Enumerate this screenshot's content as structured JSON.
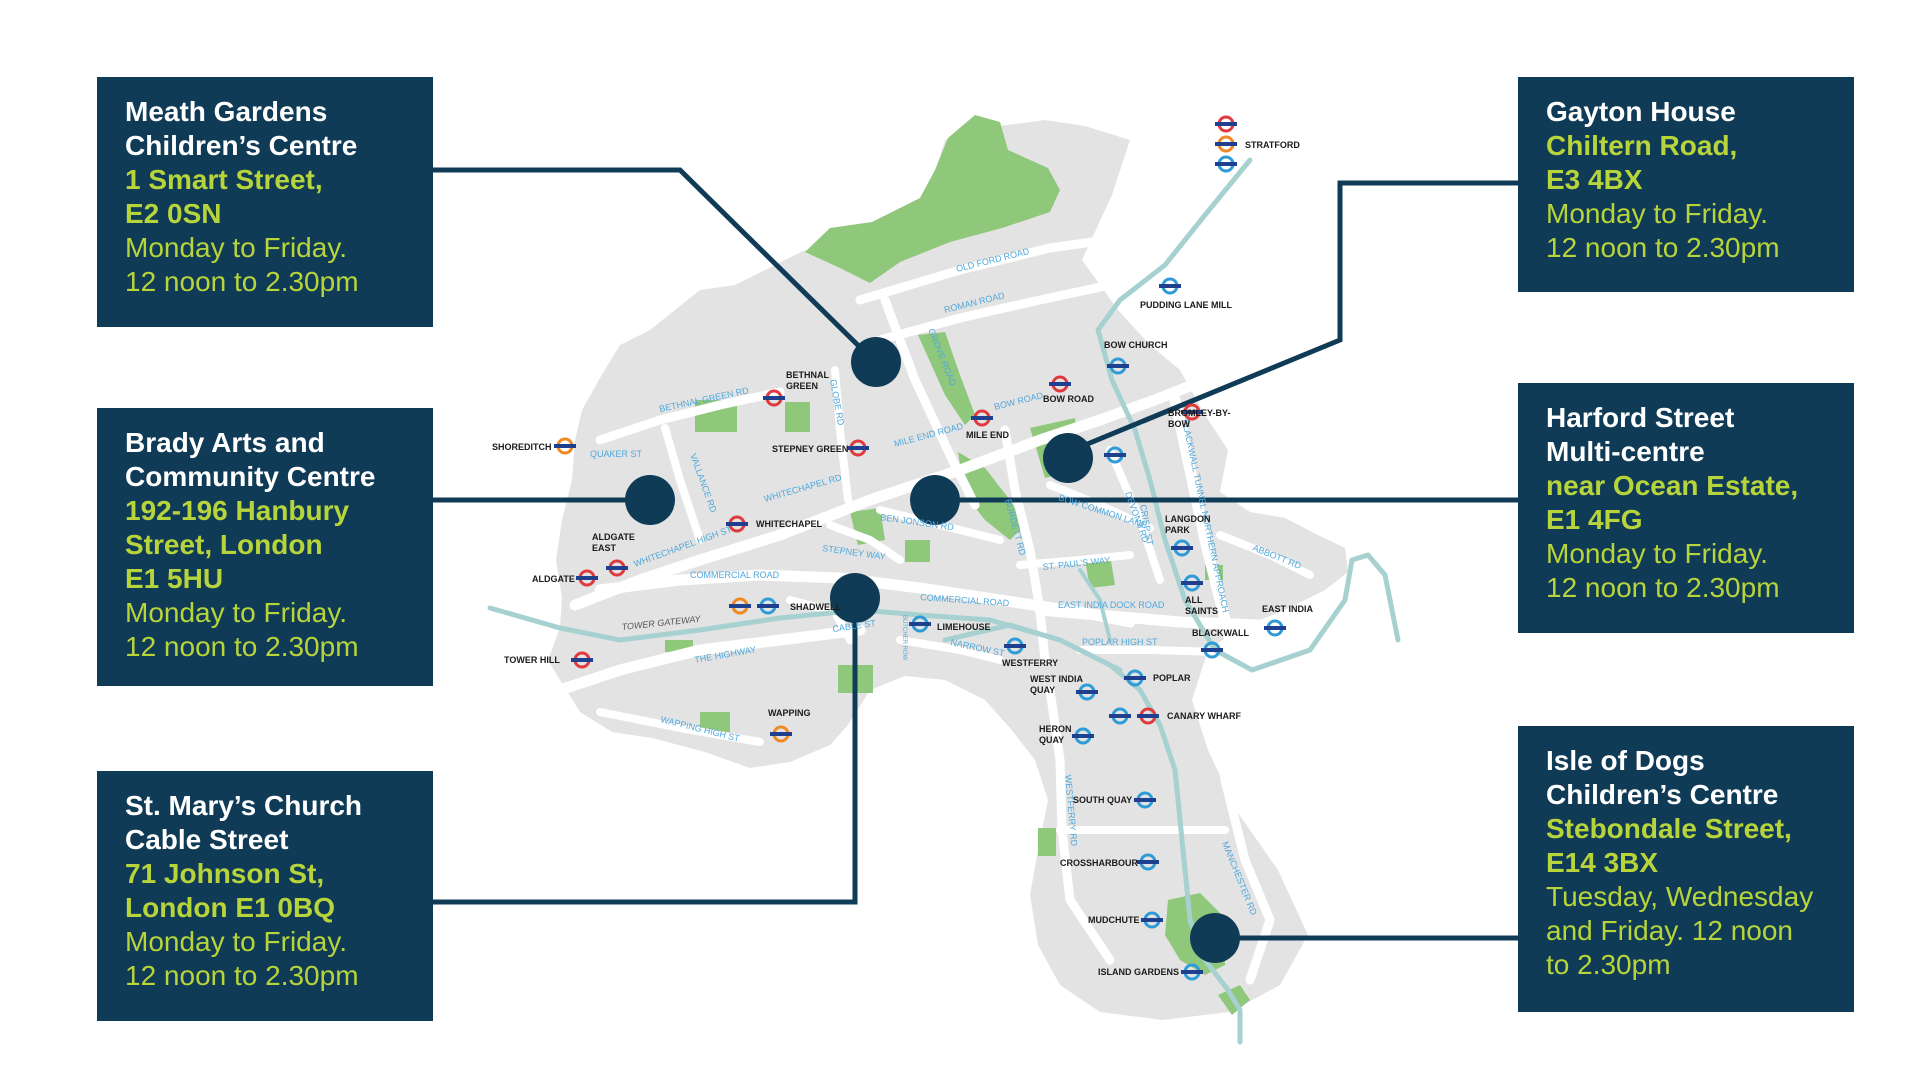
{
  "colors": {
    "card_bg": "#0f3b56",
    "card_name": "#ffffff",
    "card_highlight": "#b8d43b",
    "land": "#e3e3e3",
    "park": "#8fc77b",
    "river": "#a6d1d0",
    "underground": "#e03a3e",
    "overground": "#ef8a22",
    "dlr": "#2f9bd6",
    "road_label": "#4fa8dc"
  },
  "icons": {
    "underground": "tube-roundel-icon",
    "overground": "overground-roundel-icon",
    "dlr": "dlr-roundel-icon",
    "centre": "centre-marker-icon"
  },
  "cards": [
    {
      "id": "meath-gardens",
      "name": [
        "Meath Gardens",
        "Children’s Centre"
      ],
      "address": [
        "1 Smart Street,",
        "E2 0SN"
      ],
      "hours": [
        "Monday to Friday.",
        "12 noon to 2.30pm"
      ]
    },
    {
      "id": "brady-arts",
      "name": [
        "Brady Arts and",
        "Community Centre"
      ],
      "address": [
        "192-196 Hanbury",
        "Street, London",
        "E1 5HU"
      ],
      "hours": [
        "Monday to Friday.",
        "12 noon to 2.30pm"
      ]
    },
    {
      "id": "st-marys",
      "name": [
        "St. Mary’s Church",
        "Cable Street"
      ],
      "address": [
        "71 Johnson St,",
        "London E1 0BQ"
      ],
      "hours": [
        "Monday to Friday.",
        "12 noon to 2.30pm"
      ]
    },
    {
      "id": "gayton-house",
      "name": [
        "Gayton House"
      ],
      "address": [
        "Chiltern Road,",
        "E3 4BX"
      ],
      "hours": [
        "Monday to Friday.",
        "12 noon to 2.30pm"
      ]
    },
    {
      "id": "harford-street",
      "name": [
        "Harford Street",
        "Multi-centre"
      ],
      "address": [
        "near Ocean Estate,",
        "E1 4FG"
      ],
      "hours": [
        "Monday to Friday.",
        "12 noon to 2.30pm"
      ]
    },
    {
      "id": "isle-of-dogs",
      "name": [
        "Isle of Dogs",
        "Children’s Centre"
      ],
      "address": [
        "Stebondale Street,",
        "E14 3BX"
      ],
      "hours": [
        "Tuesday, Wednesday",
        "and Friday. 12 noon",
        "to 2.30pm"
      ]
    }
  ],
  "stations": [
    {
      "id": "stratford",
      "label": [
        "STRATFORD"
      ],
      "icons": [
        "underground",
        "overground",
        "dlr"
      ]
    },
    {
      "id": "pudding-lane-mill",
      "label": [
        "PUDDING LANE MILL"
      ],
      "icons": [
        "dlr"
      ]
    },
    {
      "id": "bow-church",
      "label": [
        "BOW CHURCH"
      ],
      "icons": [
        "dlr"
      ]
    },
    {
      "id": "bow-road",
      "label": [
        "BOW ROAD"
      ],
      "icons": [
        "underground"
      ]
    },
    {
      "id": "bromley-by-bow",
      "label": [
        "BROMLEY-BY-",
        "BOW"
      ],
      "icons": [
        "underground"
      ]
    },
    {
      "id": "mile-end",
      "label": [
        "MILE END"
      ],
      "icons": [
        "underground"
      ]
    },
    {
      "id": "bethnal-green",
      "label": [
        "BETHNAL",
        "GREEN"
      ],
      "icons": [
        "underground"
      ]
    },
    {
      "id": "stepney-green",
      "label": [
        "STEPNEY GREEN"
      ],
      "icons": [
        "underground"
      ]
    },
    {
      "id": "shoreditch",
      "label": [
        "SHOREDITCH"
      ],
      "icons": [
        "overground"
      ]
    },
    {
      "id": "whitechapel",
      "label": [
        "WHITECHAPEL"
      ],
      "icons": [
        "underground"
      ]
    },
    {
      "id": "aldgate-east",
      "label": [
        "ALDGATE",
        "EAST"
      ],
      "icons": [
        "underground"
      ]
    },
    {
      "id": "aldgate",
      "label": [
        "ALDGATE"
      ],
      "icons": [
        "underground"
      ]
    },
    {
      "id": "shadwell",
      "label": [
        "SHADWELL"
      ],
      "icons": [
        "overground",
        "dlr"
      ]
    },
    {
      "id": "tower-hill",
      "label": [
        "TOWER HILL"
      ],
      "icons": [
        "underground"
      ]
    },
    {
      "id": "wapping",
      "label": [
        "WAPPING"
      ],
      "icons": [
        "overground"
      ]
    },
    {
      "id": "limehouse",
      "label": [
        "LIMEHOUSE"
      ],
      "icons": [
        "dlr"
      ]
    },
    {
      "id": "westferry",
      "label": [
        "WESTFERRY"
      ],
      "icons": [
        "dlr"
      ]
    },
    {
      "id": "devons-road",
      "label": [],
      "icons": [
        "dlr"
      ]
    },
    {
      "id": "langdon-park",
      "label": [
        "LANGDON",
        "PARK"
      ],
      "icons": [
        "dlr"
      ]
    },
    {
      "id": "all-saints",
      "label": [
        "ALL",
        "SAINTS"
      ],
      "icons": [
        "dlr"
      ]
    },
    {
      "id": "blackwall",
      "label": [
        "BLACKWALL"
      ],
      "icons": [
        "dlr"
      ]
    },
    {
      "id": "east-india",
      "label": [
        "EAST INDIA"
      ],
      "icons": [
        "dlr"
      ]
    },
    {
      "id": "poplar",
      "label": [
        "POPLAR"
      ],
      "icons": [
        "dlr"
      ]
    },
    {
      "id": "west-india-quay",
      "label": [
        "WEST INDIA",
        "QUAY"
      ],
      "icons": [
        "dlr"
      ]
    },
    {
      "id": "canary-wharf",
      "label": [
        "CANARY WHARF"
      ],
      "icons": [
        "dlr",
        "underground"
      ]
    },
    {
      "id": "heron-quay",
      "label": [
        "HERON",
        "QUAY"
      ],
      "icons": [
        "dlr"
      ]
    },
    {
      "id": "south-quay",
      "label": [
        "SOUTH QUAY"
      ],
      "icons": [
        "dlr"
      ]
    },
    {
      "id": "crossharbour",
      "label": [
        "CROSSHARBOUR"
      ],
      "icons": [
        "dlr"
      ]
    },
    {
      "id": "mudchute",
      "label": [
        "MUDCHUTE"
      ],
      "icons": [
        "dlr"
      ]
    },
    {
      "id": "island-gardens",
      "label": [
        "ISLAND GARDENS"
      ],
      "icons": [
        "dlr"
      ]
    }
  ],
  "roads": [
    {
      "id": "old-ford-road",
      "label": "OLD FORD ROAD"
    },
    {
      "id": "roman-road",
      "label": "ROMAN ROAD"
    },
    {
      "id": "grove-road",
      "label": "GROVE ROAD"
    },
    {
      "id": "bethnal-green-rd",
      "label": "BETHNAL GREEN RD"
    },
    {
      "id": "globe-rd",
      "label": "GLOBE RD"
    },
    {
      "id": "quaker-st",
      "label": "QUAKER ST"
    },
    {
      "id": "vallance-rd",
      "label": "VALLANCE RD"
    },
    {
      "id": "bow-road",
      "label": "BOW ROAD"
    },
    {
      "id": "mile-end-road",
      "label": "MILE END ROAD"
    },
    {
      "id": "whitechapel-rd",
      "label": "WHITECHAPEL RD"
    },
    {
      "id": "whitechapel-high-st",
      "label": "WHITECHAPEL HIGH ST"
    },
    {
      "id": "stepney-way",
      "label": "STEPNEY WAY"
    },
    {
      "id": "ben-jonson-rd",
      "label": "BEN JONSON RD"
    },
    {
      "id": "burdett-rd",
      "label": "BURDETT RD"
    },
    {
      "id": "devons-rd",
      "label": "DEVONS RD"
    },
    {
      "id": "bow-common-lane",
      "label": "BOW COMMON LANE"
    },
    {
      "id": "st-pauls-way",
      "label": "ST. PAUL’S WAY"
    },
    {
      "id": "blackwall-tunnel-approach",
      "label": "BLACKWALL TUNNEL NORTHERN APPROACH"
    },
    {
      "id": "abbott-rd",
      "label": "ABBOTT RD"
    },
    {
      "id": "crisp-st",
      "label": "CRISP ST"
    },
    {
      "id": "commercial-road-w",
      "label": "COMMERCIAL ROAD"
    },
    {
      "id": "commercial-road-e",
      "label": "COMMERCIAL ROAD"
    },
    {
      "id": "east-india-dock-road",
      "label": "EAST INDIA DOCK ROAD"
    },
    {
      "id": "poplar-high-st",
      "label": "POPLAR HIGH ST"
    },
    {
      "id": "tower-gateway",
      "label": "TOWER GATEWAY"
    },
    {
      "id": "the-highway",
      "label": "THE HIGHWAY"
    },
    {
      "id": "cable-st",
      "label": "CABLE ST"
    },
    {
      "id": "butcher-row",
      "label": "BUTCHER ROW"
    },
    {
      "id": "narrow-st",
      "label": "NARROW ST"
    },
    {
      "id": "wapping-high-st",
      "label": "WAPPING HIGH ST"
    },
    {
      "id": "westferry-rd",
      "label": "WESTFERRY RD"
    },
    {
      "id": "manchester-rd",
      "label": "MANCHESTER RD"
    }
  ]
}
